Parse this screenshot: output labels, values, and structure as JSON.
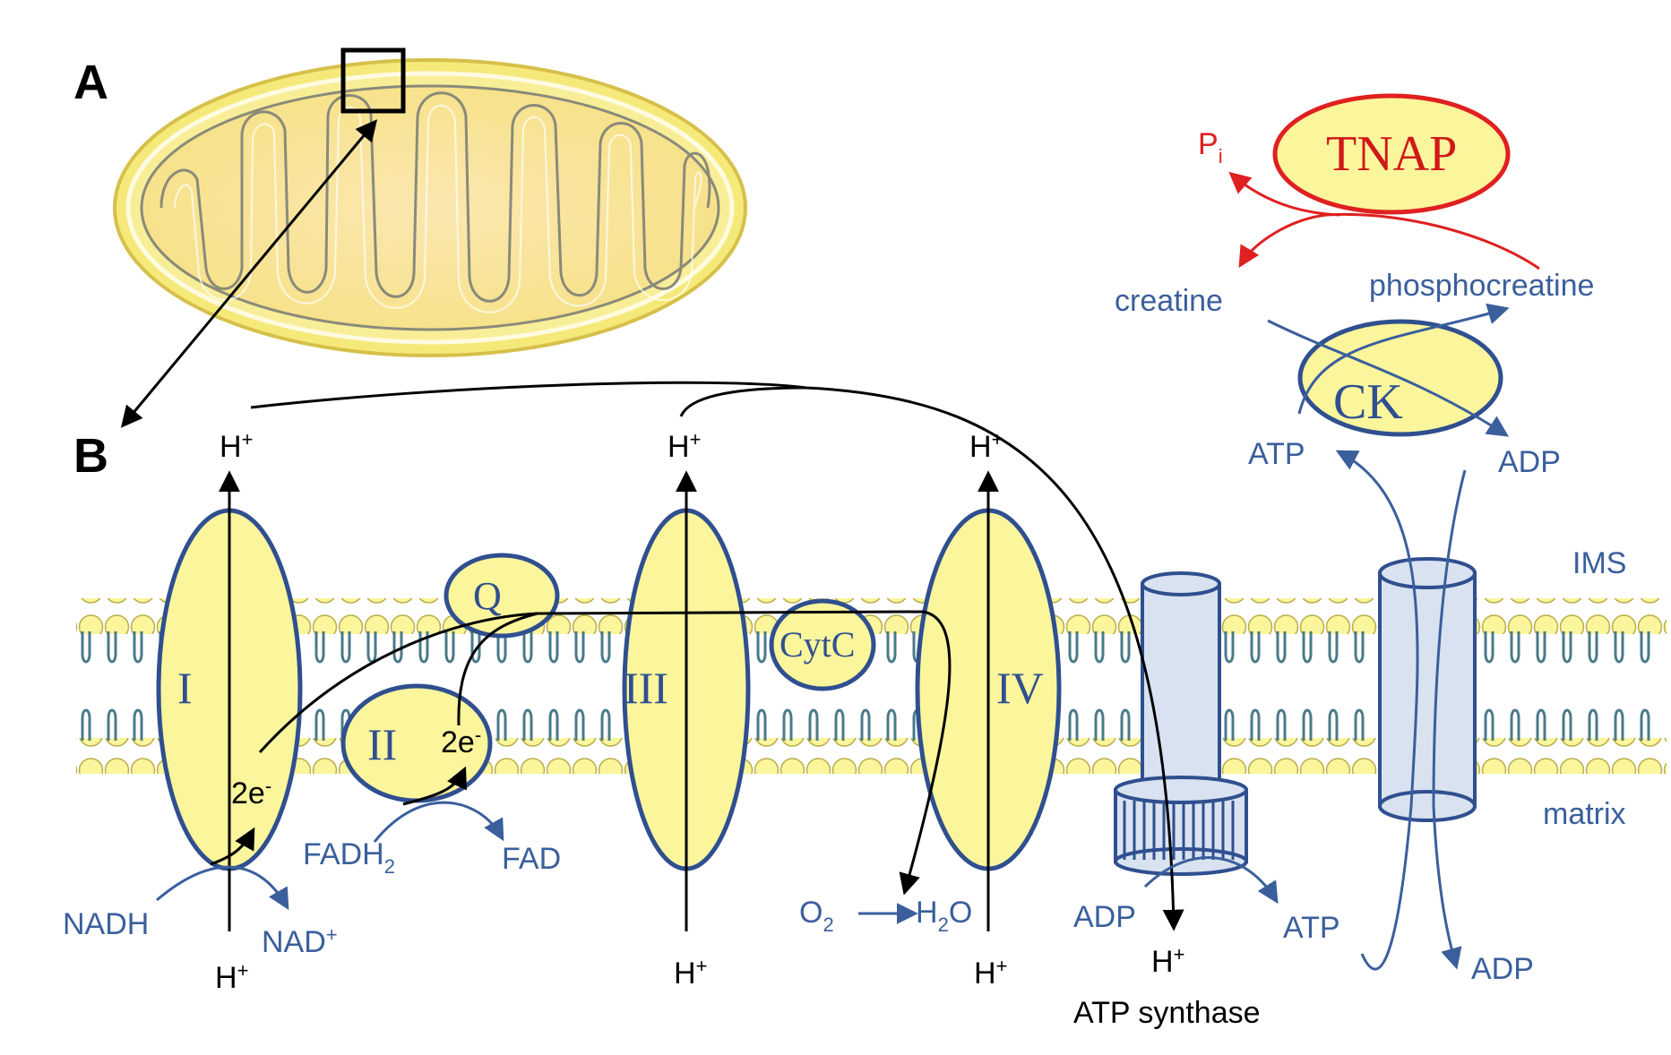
{
  "panels": {
    "a": "A",
    "b": "B"
  },
  "complexes": {
    "c1": "I",
    "c2": "II",
    "c3": "III",
    "c4": "IV",
    "q": "Q",
    "cytc": "CytC"
  },
  "electrons": {
    "e1": "2e",
    "e1_sup": "-",
    "e2": "2e",
    "e2_sup": "-"
  },
  "protons": {
    "h": "H",
    "plus": "+"
  },
  "substrates": {
    "nadh": "NADH",
    "nad": "NAD",
    "nad_sup": "+",
    "fadh": "FADH",
    "fadh_sub": "2",
    "fad": "FAD",
    "o2": "O",
    "o2_sub": "2",
    "h2o_h": "H",
    "h2o_sub": "2",
    "h2o_o": "O",
    "adp_synth": "ADP",
    "atp_synth": "ATP",
    "atp_ims": "ATP",
    "adp_ims": "ADP",
    "adp_matrix": "ADP",
    "creatine": "creatine",
    "phosphocreatine": "phosphocreatine",
    "pi": "P",
    "pi_sub": "i"
  },
  "enzymes": {
    "tnap": "TNAP",
    "ck": "CK"
  },
  "compartments": {
    "ims": "IMS",
    "matrix": "matrix"
  },
  "captions": {
    "atp_synthase": "ATP synthase"
  },
  "colors": {
    "yellow_fill": "#fbf59c",
    "blue_outline": "#2f4f8f",
    "blue_text": "#3a5f9c",
    "red": "#e02020",
    "transporter_fill": "#d9e2f0"
  },
  "icons": [
    "mitochondrion-illustration",
    "lipid-bilayer",
    "zoom-box"
  ]
}
